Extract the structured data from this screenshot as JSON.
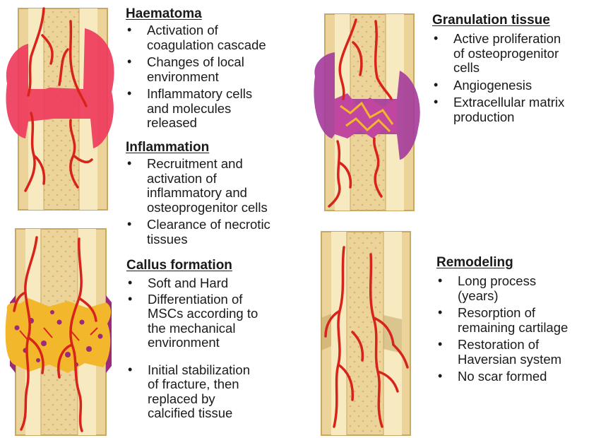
{
  "stages": [
    {
      "id": "haematoma",
      "title": "Haematoma",
      "items": [
        "Activation of\ncoagulation cascade",
        "Changes of local\nenvironment",
        "Inflammatory cells\nand molecules\nreleased"
      ]
    },
    {
      "id": "inflammation",
      "title": "Inflammation",
      "items": [
        "Recruitment and\nactivation of\ninflammatory and\nosteoprogenitor cells",
        "Clearance of necrotic\ntissues"
      ]
    },
    {
      "id": "granulation",
      "title": "Granulation tissue",
      "items": [
        "Active proliferation\nof osteoprogenitor\ncells",
        "Angiogenesis",
        "Extracellular matrix\nproduction"
      ]
    },
    {
      "id": "callus",
      "title": "Callus formation",
      "items": [
        "Soft and Hard",
        "Differentiation of\nMSCs according to\nthe mechanical\nenvironment",
        "Initial stabilization\nof fracture, then\nreplaced by\ncalcified tissue"
      ]
    },
    {
      "id": "remodeling",
      "title": "Remodeling",
      "items": [
        "Long process\n(years)",
        "Resorption of\nremaining cartilage",
        "Restoration of\nHaversian system",
        "No scar formed"
      ]
    }
  ],
  "bullet": "•",
  "colors": {
    "bone_fill": "#ecd39a",
    "bone_edge": "#c9a862",
    "bone_light": "#f7e9c0",
    "marrow_dot": "#d6b473",
    "vessel": "#d8231b",
    "haematoma": "#ef3b5c",
    "granulation": "#a43a9b",
    "callus": "#f2b72a",
    "callus_dot": "#9b2a7a",
    "remodel_shade": "#b99a55"
  }
}
